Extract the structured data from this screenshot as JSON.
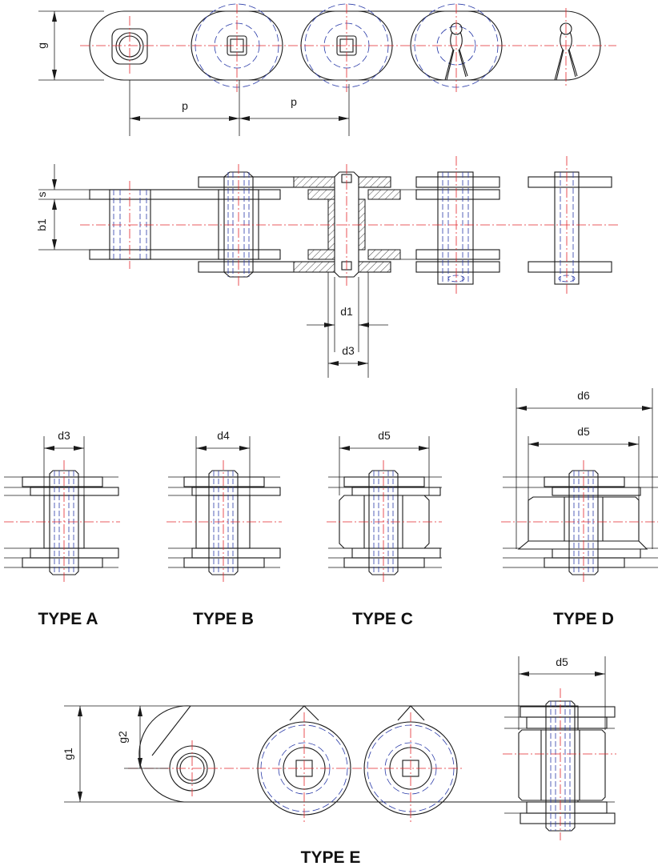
{
  "labels": {
    "g": "g",
    "p": "p",
    "s": "s",
    "b1": "b1",
    "d1": "d1",
    "d3": "d3",
    "d4": "d4",
    "d5": "d5",
    "d6": "d6",
    "g1": "g1",
    "g2": "g2"
  },
  "types": {
    "a": "TYPE A",
    "b": "TYPE B",
    "c": "TYPE C",
    "d": "TYPE D",
    "e": "TYPE E"
  },
  "colors": {
    "outline": "#1a1a1a",
    "centerline": "#e3262b",
    "hidden": "#2a3ba8"
  }
}
